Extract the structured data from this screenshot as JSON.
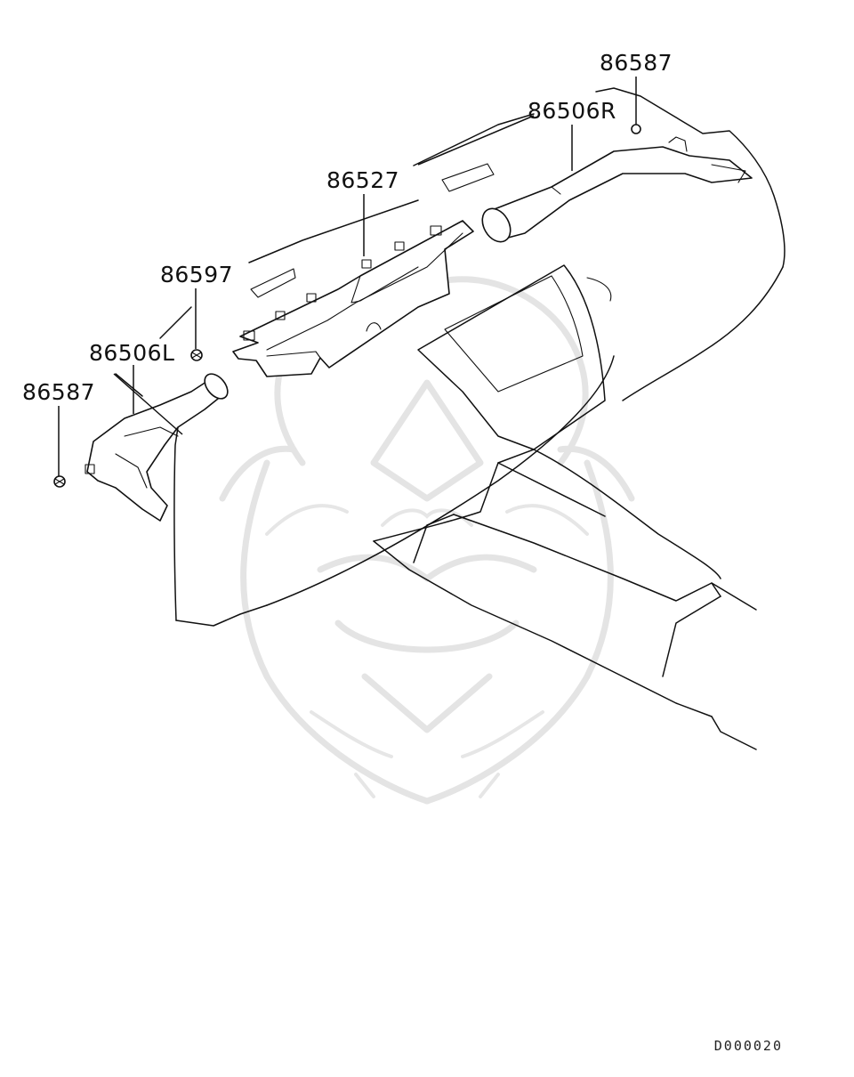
{
  "diagram": {
    "callouts": [
      {
        "id": "c1",
        "text": "86587"
      },
      {
        "id": "c2",
        "text": "86506R"
      },
      {
        "id": "c3",
        "text": "86527"
      },
      {
        "id": "c4",
        "text": "86597"
      },
      {
        "id": "c5",
        "text": "86506L"
      },
      {
        "id": "c6",
        "text": "86587"
      }
    ],
    "diagram_code": "D000020"
  },
  "colors": {
    "line": "#111111",
    "watermark": "#e4e4e4",
    "background": "#ffffff"
  }
}
